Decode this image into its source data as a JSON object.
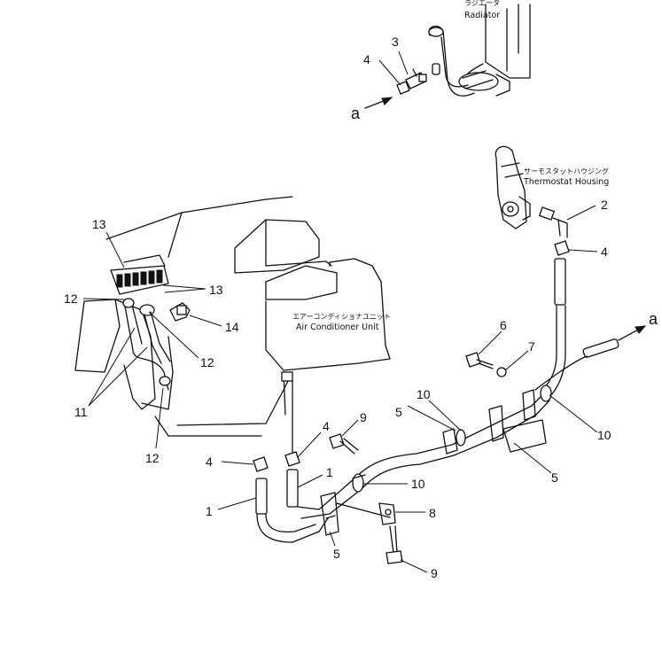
{
  "labels": {
    "radiator_jp": "ラジエータ",
    "radiator_en": "Radiator",
    "thermostat_jp": "サーモスタットハウジング",
    "thermostat_en": "Thermostat Housing",
    "aircon_jp": "エアーコンディショナユニット",
    "aircon_en": "Air Conditioner Unit",
    "arrow_a_left": "a",
    "arrow_a_right": "a"
  },
  "callouts": {
    "c1a": "1",
    "c1b": "1",
    "c2": "2",
    "c3": "3",
    "c4a": "4",
    "c4b": "4",
    "c4c": "4",
    "c4d": "4",
    "c5a": "5",
    "c5b": "5",
    "c5c": "5",
    "c6": "6",
    "c7": "7",
    "c8": "8",
    "c9a": "9",
    "c9b": "9",
    "c10a": "10",
    "c10b": "10",
    "c10c": "10",
    "c11": "11",
    "c12a": "12",
    "c12b": "12",
    "c12c": "12",
    "c13a": "13",
    "c13b": "13",
    "c14": "14"
  }
}
